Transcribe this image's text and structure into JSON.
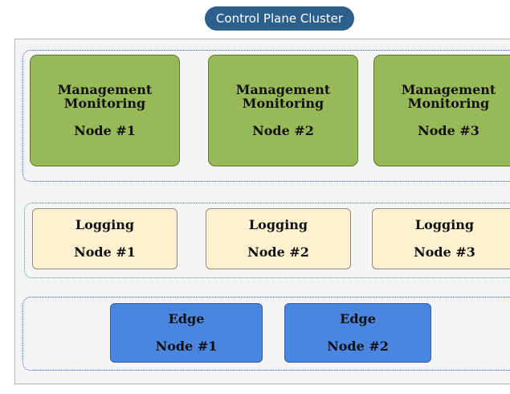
{
  "title": "Control Plane Cluster",
  "groups": {
    "management": {
      "nodes": [
        {
          "role_line1": "Management",
          "role_line2": "Monitoring",
          "label": "Node #1"
        },
        {
          "role_line1": "Management",
          "role_line2": "Monitoring",
          "label": "Node #2"
        },
        {
          "role_line1": "Management",
          "role_line2": "Monitoring",
          "label": "Node #3"
        }
      ]
    },
    "logging": {
      "nodes": [
        {
          "role": "Logging",
          "label": "Node #1"
        },
        {
          "role": "Logging",
          "label": "Node #2"
        },
        {
          "role": "Logging",
          "label": "Node #3"
        }
      ]
    },
    "edge": {
      "nodes": [
        {
          "role": "Edge",
          "label": "Node #1"
        },
        {
          "role": "Edge",
          "label": "Node #2"
        }
      ]
    }
  },
  "colors": {
    "title_pill": "#2c5f8c",
    "management_node": "#98b957",
    "logging_node": "#fff2d1",
    "edge_node": "#4a86e0",
    "cluster_background": "#f5f5f5"
  }
}
